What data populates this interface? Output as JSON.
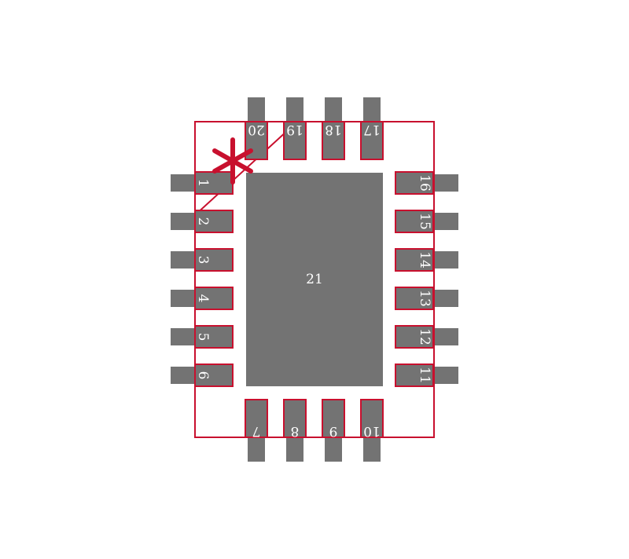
{
  "colors": {
    "background": "#ffffff",
    "pad_fill": "#737373",
    "outline": "#c8102e",
    "label": "#ffffff"
  },
  "package": {
    "pin1_marker": "asterisk-icon",
    "center_pad_label": "21",
    "pins": {
      "left": [
        "1",
        "2",
        "3",
        "4",
        "5",
        "6"
      ],
      "bottom": [
        "7",
        "8",
        "9",
        "10"
      ],
      "right": [
        "11",
        "12",
        "13",
        "14",
        "15",
        "16"
      ],
      "top": [
        "17",
        "18",
        "19",
        "20"
      ]
    }
  }
}
